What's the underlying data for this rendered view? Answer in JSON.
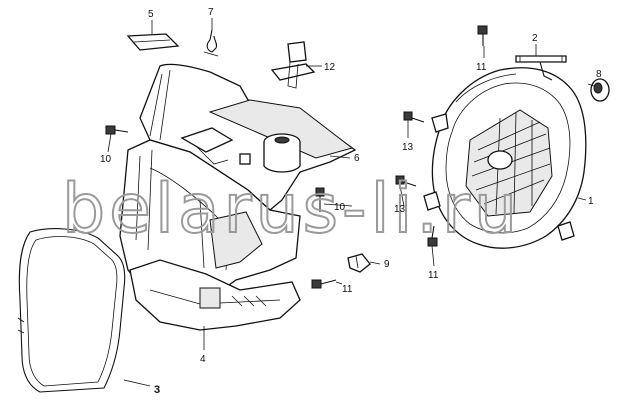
{
  "watermark": "belarus-li.ru",
  "callouts": {
    "c1": "1",
    "c2": "2",
    "c3": "3",
    "c4": "4",
    "c5": "5",
    "c6": "6",
    "c7": "7",
    "c8": "8",
    "c9": "9",
    "c10a": "10",
    "c10b": "10",
    "c11a": "11",
    "c11b": "11",
    "c11c": "11",
    "c12": "12",
    "c13a": "13",
    "c13b": "13"
  }
}
